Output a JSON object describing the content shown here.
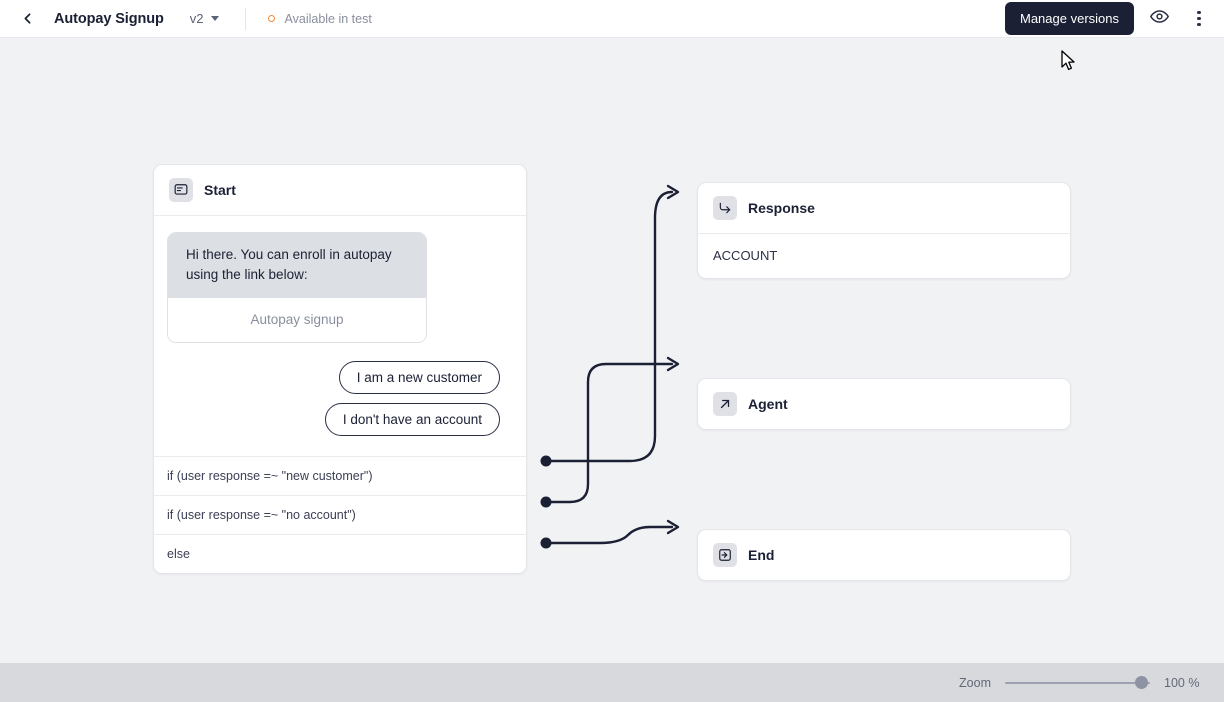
{
  "header": {
    "back_icon": "chevron-left-icon",
    "title": "Autopay Signup",
    "version": "v2",
    "status": "Available in test",
    "status_color": "#f08a3c",
    "manage_versions_label": "Manage versions",
    "preview_icon": "eye-icon",
    "more_icon": "kebab-menu-icon"
  },
  "canvas": {
    "background": "#f1f2f4",
    "nodes": {
      "start": {
        "icon": "message-square-icon",
        "title": "Start",
        "message": "Hi there. You can enroll in autopay using the link below:",
        "link_label": "Autopay signup",
        "replies": [
          "I am a new customer",
          "I don't have an account"
        ],
        "conditions": [
          "if (user response =~ \"new customer\")",
          "if (user response =~ \"no account\")",
          "else"
        ]
      },
      "response": {
        "icon": "corner-down-right-icon",
        "title": "Response",
        "body": "ACCOUNT"
      },
      "agent": {
        "icon": "arrow-up-right-icon",
        "title": "Agent"
      },
      "end": {
        "icon": "log-in-icon",
        "title": "End"
      }
    }
  },
  "bottombar": {
    "zoom_label": "Zoom",
    "zoom_value": "100 %"
  }
}
